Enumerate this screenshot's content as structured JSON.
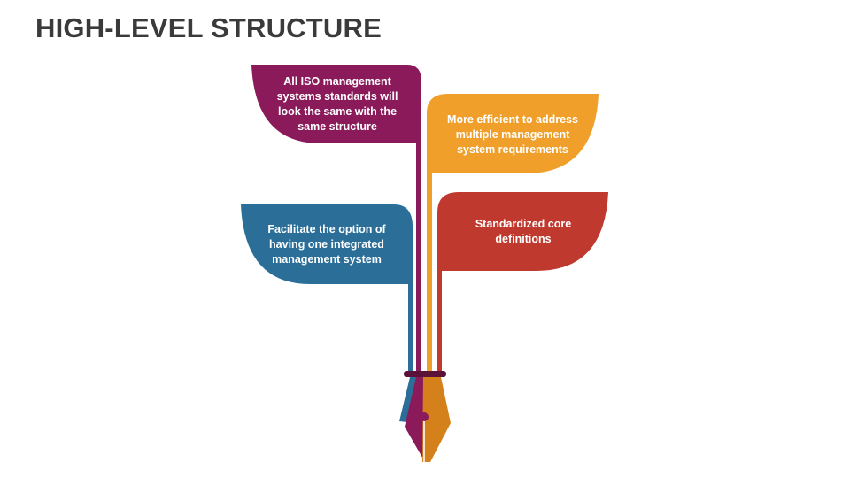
{
  "slide": {
    "title": "HIGH-LEVEL STRUCTURE"
  },
  "colors": {
    "purple": "#8b1a5a",
    "orange": "#f0a02a",
    "blue": "#2b6f99",
    "red": "#c0392f",
    "nib_orange": "#d4811c",
    "title": "#3a3a3a"
  },
  "leaves": {
    "iso": {
      "text": "All ISO management systems standards will look the same with the same structure",
      "color": "purple"
    },
    "efficient": {
      "text": "More efficient to address multiple management system requirements",
      "color": "orange"
    },
    "integrated": {
      "text": "Facilitate the option of having one integrated management system",
      "color": "blue"
    },
    "core": {
      "text": "Standardized core definitions",
      "color": "red"
    }
  },
  "icons": {
    "pen_nib": "fountain-pen-nib-icon"
  }
}
